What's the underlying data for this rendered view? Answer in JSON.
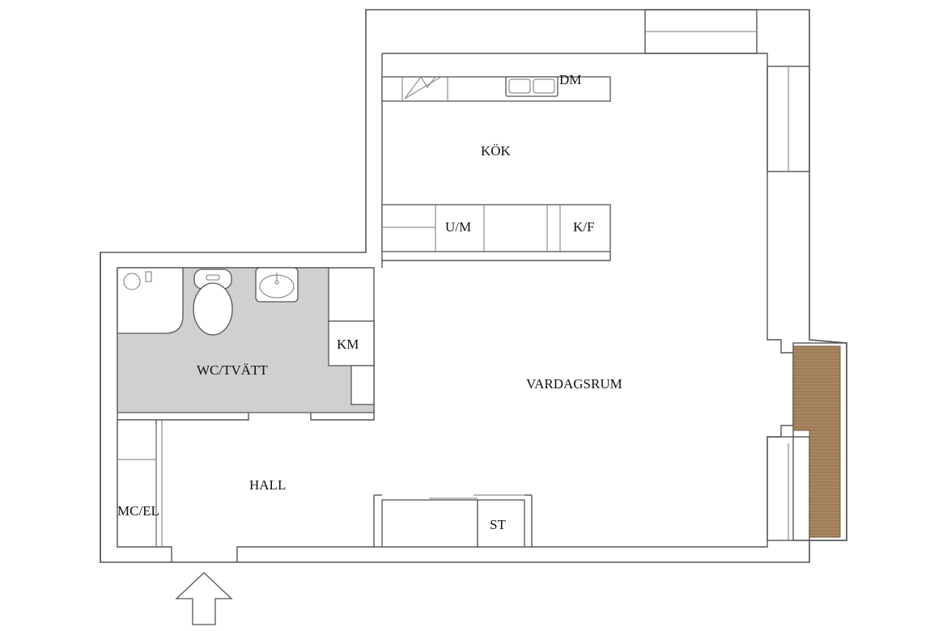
{
  "rooms": {
    "kitchen": "KÖK",
    "living_room": "VARDAGSRUM",
    "wc_laundry": "WC/TVÄTT",
    "hall": "HALL"
  },
  "fixtures": {
    "dishwasher": "DM",
    "oven_microwave": "U/M",
    "fridge_freezer": "K/F",
    "washing_machine": "KM",
    "media_electric_cabinet": "MC/EL",
    "storage": "ST"
  },
  "colors": {
    "wet_room_floor": "#d0d0d0",
    "balcony_deck": "#a8865f",
    "walls": "#555555"
  },
  "icons": {
    "entrance": "arrow-up-icon",
    "sink": "sink-icon",
    "toilet": "toilet-icon",
    "shower": "shower-icon"
  }
}
